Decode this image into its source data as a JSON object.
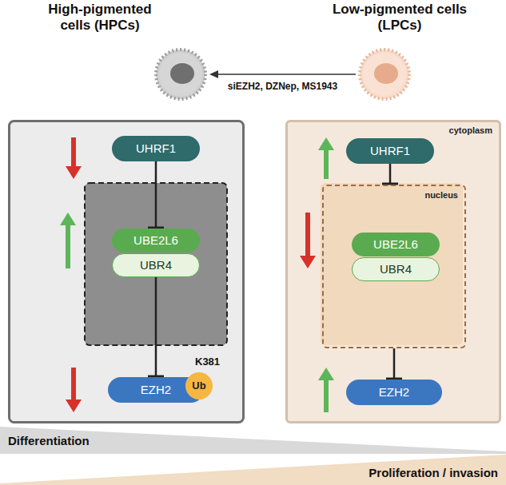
{
  "diagram": {
    "nodes": [
      {
        "text": [
          "High-pigmented cells (HPCs)"
        ]
      },
      {
        "text": [
          "Low-pigmented cells (LPCs)"
        ]
      },
      {
        "text": [
          "UHRF1"
        ]
      },
      {
        "text": [
          "UBE2L6"
        ]
      },
      {
        "text": [
          "UBR4"
        ]
      },
      {
        "text": [
          "EZH2"
        ]
      },
      {
        "text": [
          "Ub"
        ]
      },
      {
        "text": [
          "cytoplasm"
        ]
      },
      {
        "text": [
          "UHRF1"
        ],
        "in": 7
      },
      {
        "text": [
          "nucleus"
        ],
        "in": 7
      },
      {
        "text": [
          "UBE2L6"
        ],
        "in": 9
      },
      {
        "text": [
          "UBR4"
        ],
        "in": 9
      },
      {
        "text": [
          "EZH2"
        ],
        "in": 7
      },
      {
        "text": [
          "Differentiation"
        ]
      },
      {
        "text": [
          "Proliferation / invasion"
        ]
      }
    ],
    "edges": [
      {
        "from": 1,
        "to": 0,
        "label": "siEZH2, DZNep, MS1943",
        "arrow": "to"
      },
      {
        "from": 2,
        "to": 3,
        "arrow": "to"
      },
      {
        "from": 4,
        "to": 5,
        "arrow": "to"
      },
      {
        "from": 8,
        "to": 9,
        "arrow": "to"
      },
      {
        "from": 9,
        "to": 12,
        "arrow": "to"
      }
    ],
    "labels": [
      "K381"
    ]
  }
}
